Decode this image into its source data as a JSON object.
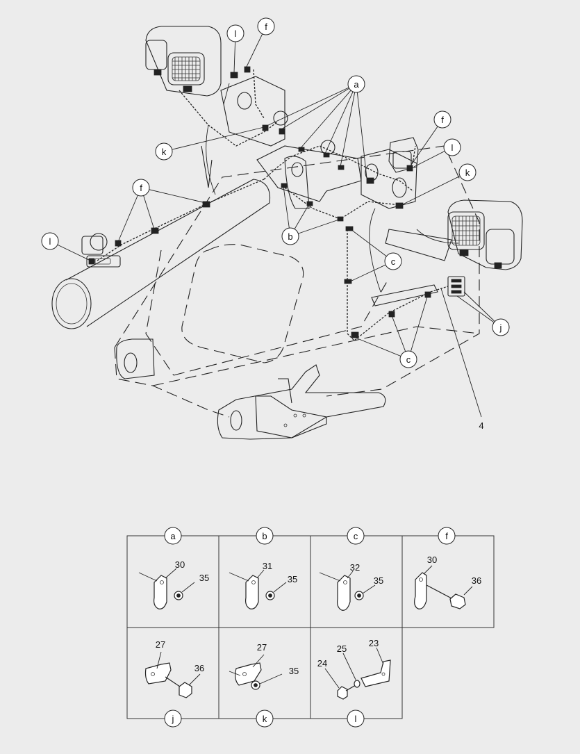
{
  "callouts": [
    {
      "id": "a-top",
      "letter": "a"
    },
    {
      "id": "f-top",
      "letter": "f"
    },
    {
      "id": "l-top",
      "letter": "l"
    },
    {
      "id": "k-left",
      "letter": "k"
    },
    {
      "id": "f-left",
      "letter": "f"
    },
    {
      "id": "l-left",
      "letter": "l"
    },
    {
      "id": "b-mid",
      "letter": "b"
    },
    {
      "id": "f-right",
      "letter": "f"
    },
    {
      "id": "l-right",
      "letter": "l"
    },
    {
      "id": "k-right",
      "letter": "k"
    },
    {
      "id": "c-mid",
      "letter": "c"
    },
    {
      "id": "c-low",
      "letter": "c"
    },
    {
      "id": "j-right",
      "letter": "j"
    }
  ],
  "item_label_4": "4",
  "details": [
    {
      "letter": "a",
      "parts": [
        "30",
        "35"
      ]
    },
    {
      "letter": "b",
      "parts": [
        "31",
        "35"
      ]
    },
    {
      "letter": "c",
      "parts": [
        "32",
        "35"
      ]
    },
    {
      "letter": "f",
      "parts": [
        "30",
        "36"
      ]
    },
    {
      "letter": "j",
      "parts": [
        "27",
        "36"
      ]
    },
    {
      "letter": "k",
      "parts": [
        "27",
        "35"
      ]
    },
    {
      "letter": "l",
      "parts": [
        "24",
        "25",
        "23"
      ]
    }
  ]
}
